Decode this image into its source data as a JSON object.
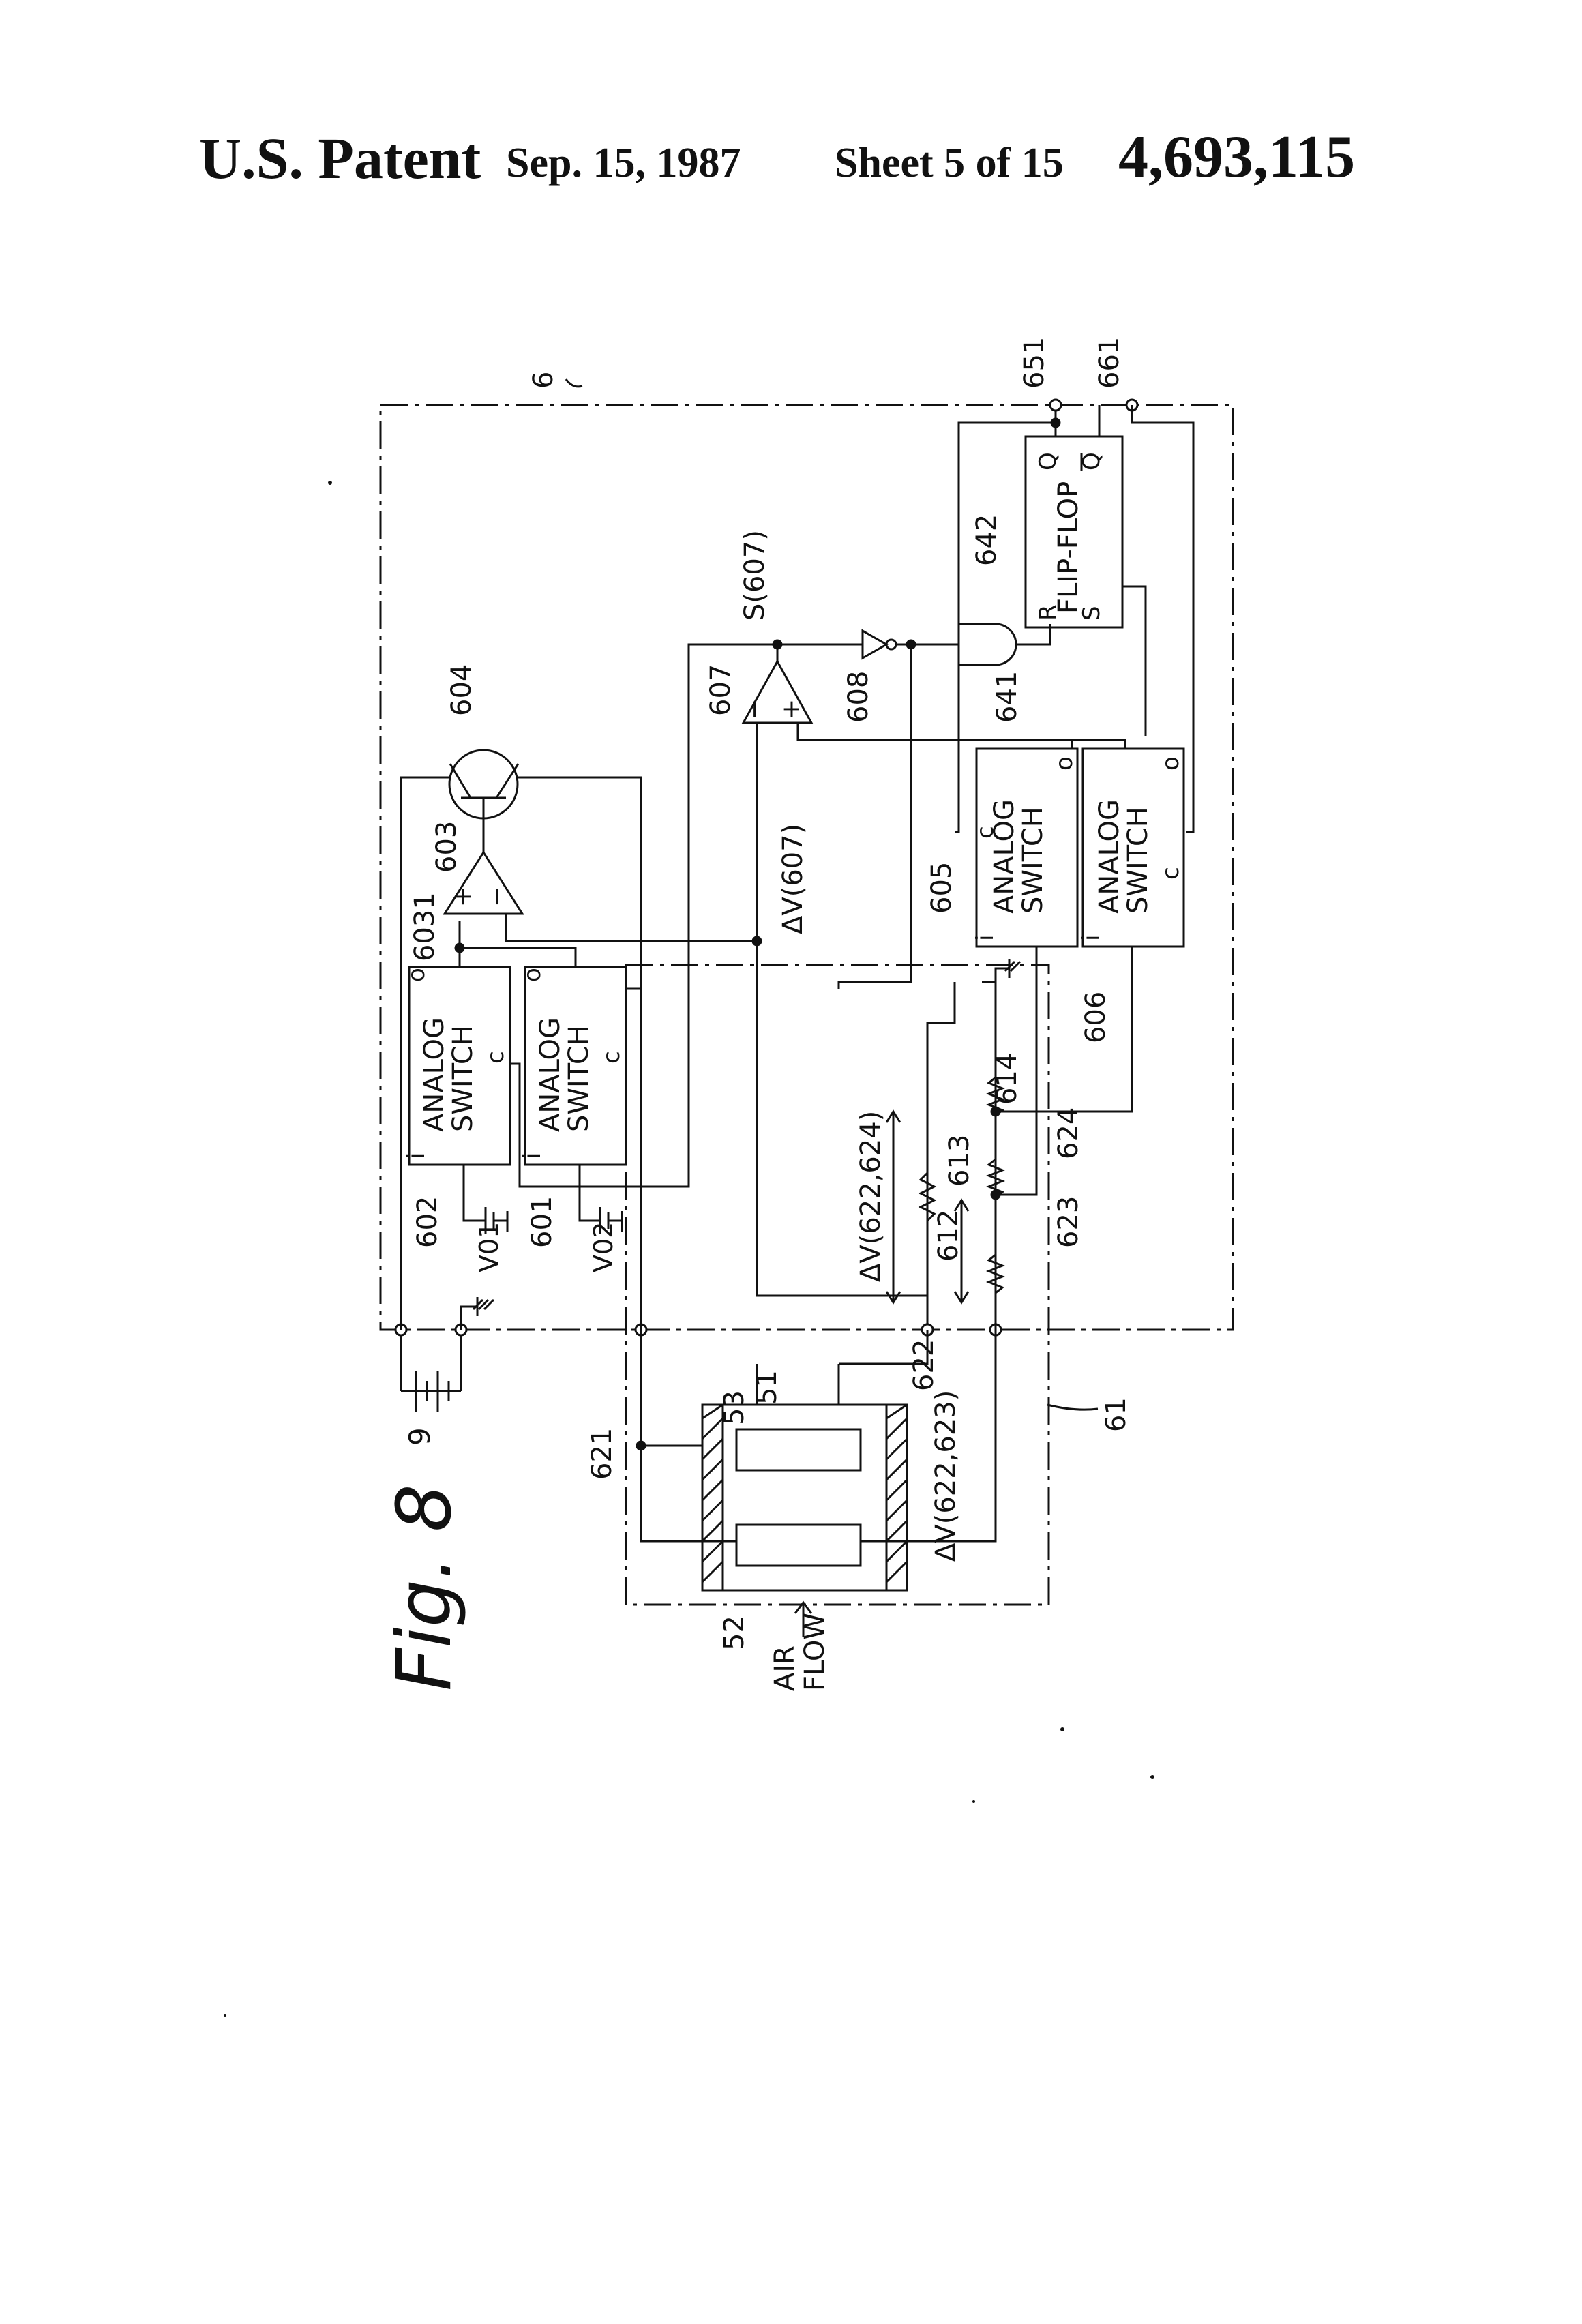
{
  "header": {
    "title": "U.S. Patent",
    "date": "Sep. 15, 1987",
    "sheet": "Sheet 5 of 15",
    "patent_number": "4,693,115"
  },
  "figure": {
    "caption": "Fig. 8",
    "circuit_ref": "6",
    "battery_ref": "9",
    "analog_switch_label_1": "ANALOG",
    "analog_switch_label_2": "SWITCH",
    "flip_flop_label": "FLIP-FLOP",
    "air_flow_1": "AIR",
    "air_flow_2": "FLOW",
    "terminal_i": "i",
    "terminal_o": "o",
    "terminal_c": "c",
    "pin_r": "R",
    "pin_s": "S",
    "pin_q": "Q",
    "pin_qbar": "Q",
    "plus": "+",
    "minus": "−",
    "refs": {
      "r601": "601",
      "r602": "602",
      "r603": "603",
      "r6031": "6031",
      "r604": "604",
      "r605": "605",
      "r606": "606",
      "r607": "607",
      "r608": "608",
      "r612": "612",
      "r613": "613",
      "r614": "614",
      "r621": "621",
      "r622": "622",
      "r623": "623",
      "r624": "624",
      "r641": "641",
      "r642": "642",
      "r651": "651",
      "r661": "661",
      "r51": "51",
      "r52": "52",
      "r53": "53",
      "r61": "61"
    },
    "v01": "V01",
    "v02": "V02",
    "s607": "S(607)",
    "dv607": "ΔV(607)",
    "dv622_624": "ΔV(622,624)",
    "dv622_623": "ΔV(622,623)"
  }
}
